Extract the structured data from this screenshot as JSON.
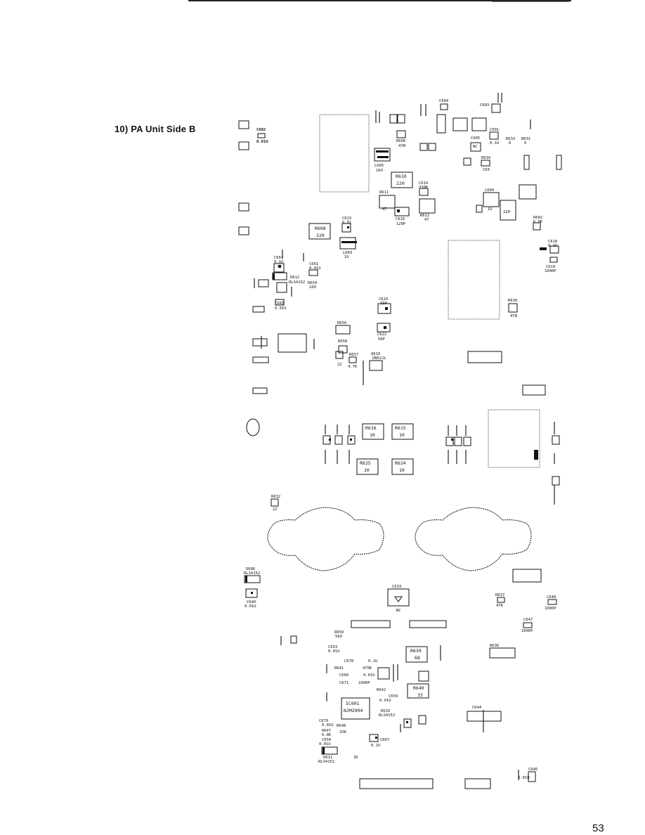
{
  "header": {
    "section_title": "10) PA Unit Side B"
  },
  "page": {
    "number": "53"
  },
  "board": {
    "components": {
      "C602": "C602",
      "C602v": "0.01U",
      "C604": "C604",
      "C603": "C603",
      "R606": "R606",
      "R606v": "47Ø",
      "L605": "L605",
      "L605v": "10U",
      "R610": "R610",
      "R610v": "220",
      "C614": "C614",
      "C614v": "330P",
      "R611": "R611",
      "R611v": "47",
      "C616": "C616",
      "C616v": "120P",
      "R612": "R612",
      "R612v": "47",
      "L604": "L604",
      "L604v": "1U",
      "R613v": "220",
      "C605": "C605",
      "C605v": "NC",
      "C601": "C601",
      "C601v": "0.1U",
      "R633": "R633",
      "R633v": "0",
      "R631": "R631",
      "R631v": "0",
      "R634": "R634",
      "R634v": "150",
      "R602": "R602",
      "R602v": "6.8K",
      "C613": "C613",
      "C613v": "0.01",
      "R608": "R608",
      "R608v": "220",
      "L603": "L603",
      "L603v": "1U",
      "C618": "C618",
      "C618v": "0.1U",
      "C619": "C619",
      "C619v": "1000P",
      "C663": "C663",
      "C663v": "0.1U",
      "C661": "C661",
      "C661v": "0.01U",
      "D612": "D612",
      "D612v": "RLS4152",
      "R654": "R654",
      "R654v": "100",
      "C665": "C665",
      "C665v": "0.01U",
      "C620": "C620",
      "C620v": "33P",
      "R630": "R630",
      "R630v": "47Ø",
      "R650": "R650",
      "C622": "C622",
      "C622v": "50P",
      "R658": "R658",
      "R657": "R657",
      "R657v": "4.7K",
      "R614v": "22",
      "Q610": "Q610",
      "Q610v": "UN521L",
      "R616": "R616",
      "R616v": "10",
      "R615": "R615",
      "R615v": "10",
      "R625": "R625",
      "R625v": "10",
      "R624": "R624",
      "R624v": "10",
      "R632": "R632",
      "R632v": "22",
      "D606": "D606",
      "D606v": "RLS4152",
      "C640": "C640",
      "C640v": "0.01U",
      "C633": "C633",
      "C633v": "NC",
      "R637": "R637",
      "R637v": "47K",
      "C648": "C648",
      "C648v": "1000P",
      "C647": "C647",
      "C647v": "1000P",
      "R650b": "R650",
      "R650bv": "560",
      "C653": "C653",
      "C653v": "0.01U",
      "C678": "C678",
      "C678v": "0.1U",
      "R639": "R639",
      "R639v": "68",
      "R641": "R641",
      "R641v": "470K",
      "C660": "C660",
      "C660v": "0.01U",
      "C671": "C671",
      "C671v": "1000P",
      "R642": "R642",
      "R640": "R640",
      "R640v": "33",
      "C659": "C659",
      "C659v": "0.01U",
      "IC601": "IC601",
      "IC601v": "NJM2904",
      "D610": "D610",
      "D610v": "RLS4152",
      "C679": "C679",
      "C679v": "0.01U",
      "R648": "R648",
      "R647": "R647",
      "R647v": "6.8K",
      "C650": "C650",
      "C650v": "0.01U",
      "R649v": "33K",
      "C667": "C667",
      "C667v": "0.1U",
      "D611": "D611",
      "D611v": "RLS4152",
      "R646v": "1K",
      "C644": "C644",
      "C646": "C646",
      "C646v": "0.01U",
      "R636": "R636"
    }
  }
}
